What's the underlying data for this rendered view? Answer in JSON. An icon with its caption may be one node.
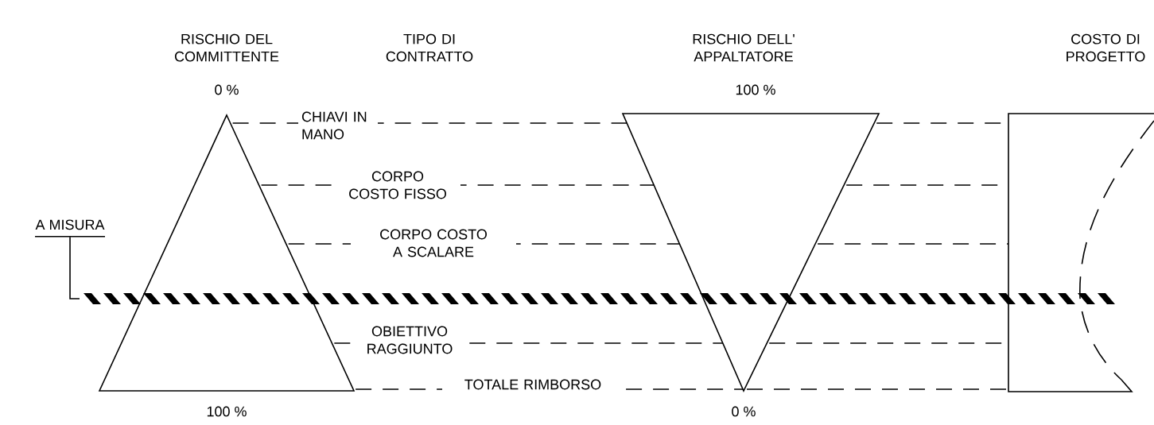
{
  "diagram": {
    "nodes": [
      {
        "text": [],
        "shape": "triangle",
        "beside": [
          "RISCHIO DEL COMMITTENTE",
          "0 %",
          "100 %"
        ]
      },
      {
        "text": [],
        "shape": "triangle",
        "beside": [
          "RISCHIO DELL' APPALTATORE",
          "100 %",
          "0 %"
        ]
      },
      {
        "text": [],
        "shape": "box",
        "beside": [
          "COSTO DI PROGETTO"
        ]
      },
      {
        "text": [
          "A MISURA"
        ]
      }
    ],
    "edges": [
      {
        "from": 0,
        "to": 1,
        "arrow": "none",
        "style": "dashed",
        "label": "CHIAVI IN MANO"
      },
      {
        "from": 0,
        "to": 1,
        "arrow": "none",
        "style": "dashed",
        "label": "CORPO COSTO FISSO"
      },
      {
        "from": 0,
        "to": 1,
        "arrow": "none",
        "style": "dashed",
        "label": "CORPO COSTO A SCALARE"
      },
      {
        "from": 0,
        "to": 1,
        "arrow": "none",
        "style": "dashed",
        "label": "OBIETTIVO RAGGIUNTO"
      },
      {
        "from": 0,
        "to": 1,
        "arrow": "none",
        "style": "dashed",
        "label": "TOTALE RIMBORSO"
      },
      {
        "from": 1,
        "to": 2,
        "arrow": "none",
        "style": "dashed"
      },
      {
        "from": 1,
        "to": 2,
        "arrow": "none",
        "style": "dashed"
      },
      {
        "from": 1,
        "to": 2,
        "arrow": "none",
        "style": "dashed"
      },
      {
        "from": 1,
        "to": 2,
        "arrow": "none",
        "style": "dashed"
      },
      {
        "from": 1,
        "to": 2,
        "arrow": "none",
        "style": "dashed"
      },
      {
        "from": 3,
        "to": null,
        "arrow": "other"
      }
    ],
    "labels": [
      "TIPO DI CONTRATTO"
    ]
  }
}
